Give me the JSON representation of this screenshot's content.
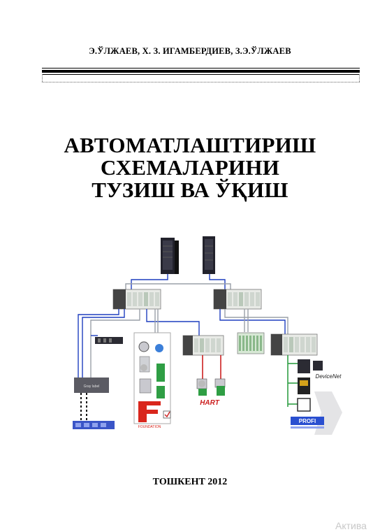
{
  "cover": {
    "authors": "Э.ЎЛЖАЕВ, Х. З. ИГАМБЕРДИЕВ, З.Э.ЎЛЖАЕВ",
    "title_lines": [
      "АВТОМАТЛАШТИРИШ",
      "СХЕМАЛАРИНИ",
      "ТУЗИШ ВА ЎҚИШ"
    ],
    "city_year": "ТОШКЕНТ 2012"
  },
  "diagram": {
    "labels": {
      "gray_box": "Gray label",
      "foundation": "FOUNDATION",
      "hart": "HART",
      "devicenet": "DeviceNet",
      "profibus": "PROFI"
    },
    "colors": {
      "bus_blue": "#1f3fbf",
      "bus_gray": "#9aa0a8",
      "server_dark": "#1a1a22",
      "foundation_red": "#d9261c",
      "hart_red": "#cc1f1f",
      "field_green": "#2f9e44",
      "profibus_blue": "#2a4fd0"
    }
  },
  "watermark": "Актива"
}
